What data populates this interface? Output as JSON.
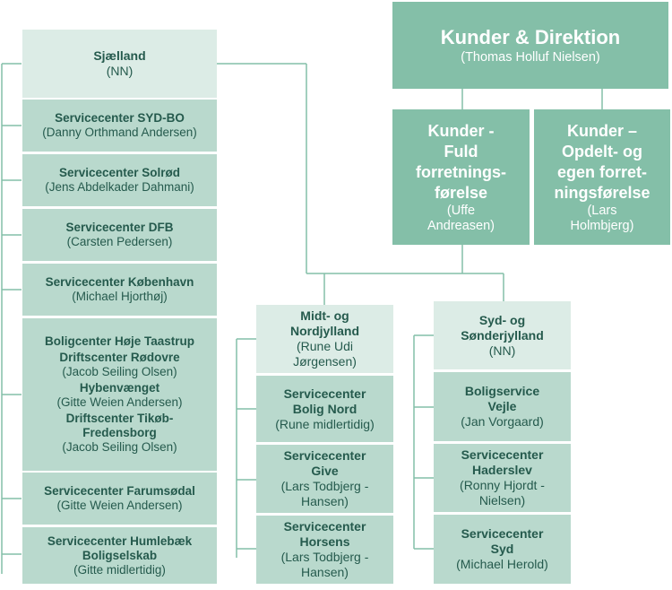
{
  "top": {
    "title": "Kunder & Direktion",
    "person": "(Thomas Holluf Nielsen)"
  },
  "kunder_fuld": {
    "lines": [
      "Kunder -",
      "Fuld",
      "forretnings-",
      "førelse"
    ],
    "person_lines": [
      "(Uffe",
      "Andreasen)"
    ]
  },
  "kunder_opdelt": {
    "lines": [
      "Kunder –",
      "Opdelt- og",
      "egen forret-",
      "ningsførelse"
    ],
    "person_lines": [
      "(Lars",
      "Holmbjerg)"
    ]
  },
  "sjaelland": {
    "title": "Sjælland",
    "person": "(NN)",
    "units": [
      {
        "name": "Servicecenter SYD-BO",
        "person": "(Danny Orthmand Andersen)"
      },
      {
        "name": "Servicecenter Solrød",
        "person": "(Jens Abdelkader Dahmani)"
      },
      {
        "name": "Servicecenter DFB",
        "person": "(Carsten Pedersen)"
      },
      {
        "name": "Servicecenter København",
        "person": "(Michael Hjorthøj)"
      }
    ],
    "hoje_taastrup": {
      "title": "Boligcenter Høje Taastrup",
      "sub1_name": "Driftscenter Rødovre",
      "sub1_person": "(Jacob Seiling Olsen)",
      "sub2_name": "Hybenvænget",
      "sub2_person": "(Gitte Weien Andersen)",
      "sub3_name_line1": "Driftscenter Tikøb-",
      "sub3_name_line2": "Fredensborg",
      "sub3_person": "(Jacob Seiling Olsen)"
    },
    "farumsodal": {
      "name": "Servicecenter Farumsødal",
      "person": "(Gitte Weien Andersen)"
    },
    "humlebaek": {
      "line1": "Servicecenter Humlebæk",
      "line2": "Boligselskab",
      "person": "(Gitte midlertidig)"
    }
  },
  "midt": {
    "title_lines": [
      "Midt- og",
      "Nordjylland"
    ],
    "person_lines": [
      "(Rune Udi",
      "Jørgensen)"
    ],
    "units": [
      {
        "name_lines": [
          "Servicecenter",
          "Bolig Nord"
        ],
        "person_lines": [
          "(Rune midlertidig)"
        ]
      },
      {
        "name_lines": [
          "Servicecenter",
          "Give"
        ],
        "person_lines": [
          "(Lars Todbjerg -",
          "Hansen)"
        ]
      },
      {
        "name_lines": [
          "Servicecenter",
          "Horsens"
        ],
        "person_lines": [
          "(Lars Todbjerg -",
          "Hansen)"
        ]
      }
    ]
  },
  "syd": {
    "title_lines": [
      "Syd- og",
      "Sønderjylland"
    ],
    "person_lines": [
      "(NN)"
    ],
    "units": [
      {
        "name_lines": [
          "Boligservice",
          "Vejle"
        ],
        "person_lines": [
          "(Jan Vorgaard)"
        ]
      },
      {
        "name_lines": [
          "Servicecenter",
          "Haderslev"
        ],
        "person_lines": [
          "(Ronny Hjordt -",
          "Nielsen)"
        ]
      },
      {
        "name_lines": [
          "Servicecenter",
          "Syd"
        ],
        "person_lines": [
          "(Michael Herold)"
        ]
      }
    ]
  },
  "colors": {
    "connector": "#84bfa8",
    "dark_box": "#84bfa8",
    "light_box": "#dcece6",
    "mid_box": "#b9d9cd",
    "text": "#255a4d"
  }
}
